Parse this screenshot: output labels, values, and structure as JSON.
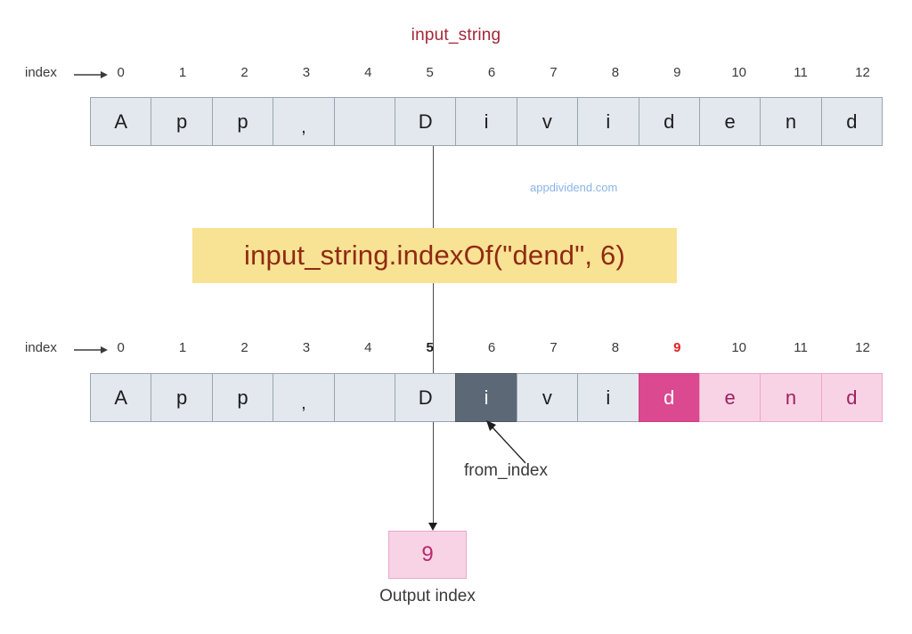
{
  "title": "input_string",
  "watermark": "appdividend.com",
  "callout": {
    "expression": "input_string.indexOf(\"dend\", 6)"
  },
  "ruler": {
    "label": "index",
    "arrow_icon": "right-arrow-icon",
    "ticks": [
      "0",
      "1",
      "2",
      "3",
      "4",
      "5",
      "6",
      "7",
      "8",
      "9",
      "10",
      "11",
      "12"
    ]
  },
  "top_row": {
    "cells": [
      {
        "char": "A",
        "style": "default"
      },
      {
        "char": "p",
        "style": "default"
      },
      {
        "char": "p",
        "style": "default"
      },
      {
        "char": ",",
        "style": "comma"
      },
      {
        "char": "",
        "style": "default"
      },
      {
        "char": "D",
        "style": "default"
      },
      {
        "char": "i",
        "style": "default"
      },
      {
        "char": "v",
        "style": "default"
      },
      {
        "char": "i",
        "style": "default"
      },
      {
        "char": "d",
        "style": "default"
      },
      {
        "char": "e",
        "style": "default"
      },
      {
        "char": "n",
        "style": "default"
      },
      {
        "char": "d",
        "style": "default"
      }
    ]
  },
  "bottom_row": {
    "highlighted_ticks": {
      "5": "bold",
      "9": "red"
    },
    "cells": [
      {
        "char": "A",
        "style": "default"
      },
      {
        "char": "p",
        "style": "default"
      },
      {
        "char": "p",
        "style": "default"
      },
      {
        "char": ",",
        "style": "comma"
      },
      {
        "char": "",
        "style": "default"
      },
      {
        "char": "D",
        "style": "default"
      },
      {
        "char": "i",
        "style": "slate"
      },
      {
        "char": "v",
        "style": "default"
      },
      {
        "char": "i",
        "style": "default"
      },
      {
        "char": "d",
        "style": "magenta"
      },
      {
        "char": "e",
        "style": "pink"
      },
      {
        "char": "n",
        "style": "pink"
      },
      {
        "char": "d",
        "style": "pink"
      }
    ]
  },
  "annotations": {
    "from_index_label": "from_index"
  },
  "output": {
    "value": "9",
    "caption": "Output index"
  },
  "colors": {
    "title_red": "#a32638",
    "callout_bg": "#f8e293",
    "callout_text": "#8f2a13",
    "cell_default": "#e2e8ee",
    "cell_slate": "#5d6877",
    "cell_magenta": "#db4a90",
    "cell_pink": "#f8d3e6",
    "tick_red": "#e02020",
    "watermark_blue": "#8ab4e8"
  }
}
